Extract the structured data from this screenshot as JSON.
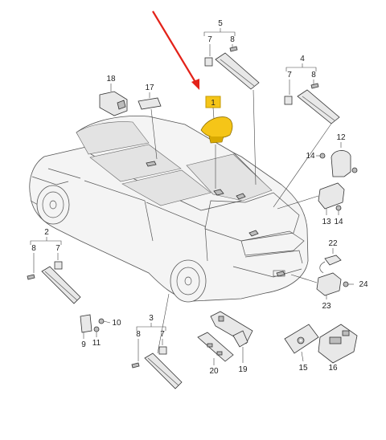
{
  "diagram": {
    "highlight_color": "#f5c518",
    "arrow_color": "#e32219",
    "callouts": {
      "c1": "1",
      "c2": "2",
      "c3": "3",
      "c4": "4",
      "c5": "5",
      "c7a": "7",
      "c8a": "8",
      "c7b": "7",
      "c8b": "8",
      "c7c": "7",
      "c8c": "8",
      "c7d": "7",
      "c8d": "8",
      "c9": "9",
      "c10": "10",
      "c11": "11",
      "c12": "12",
      "c13": "13",
      "c14a": "14",
      "c14b": "14",
      "c15": "15",
      "c16": "16",
      "c17": "17",
      "c18": "18",
      "c19": "19",
      "c20": "20",
      "c22": "22",
      "c23": "23",
      "c24": "24"
    }
  }
}
